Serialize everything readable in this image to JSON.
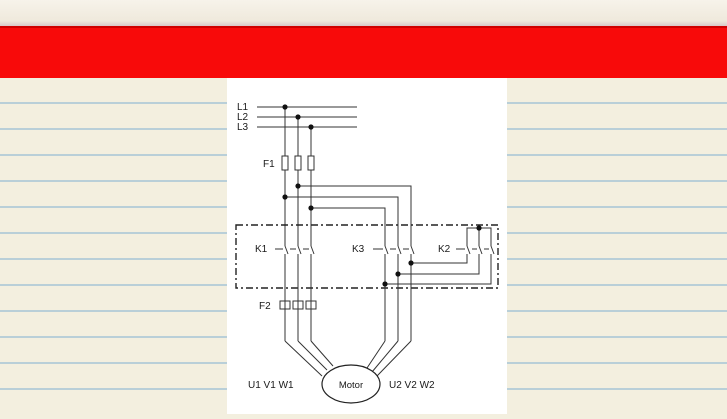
{
  "labels": {
    "L1": "L1",
    "L2": "L2",
    "L3": "L3",
    "F1": "F1",
    "F2": "F2",
    "K1": "K1",
    "K2": "K2",
    "K3": "K3",
    "motor": "Motor",
    "left_terminals": "U1 V1 W1",
    "right_terminals": "U2 V2 W2"
  },
  "colors": {
    "banner": "#f80a0a",
    "paper": "#f3efdf",
    "rule_line": "#b9cfd8",
    "ink": "#1a1a1a"
  }
}
